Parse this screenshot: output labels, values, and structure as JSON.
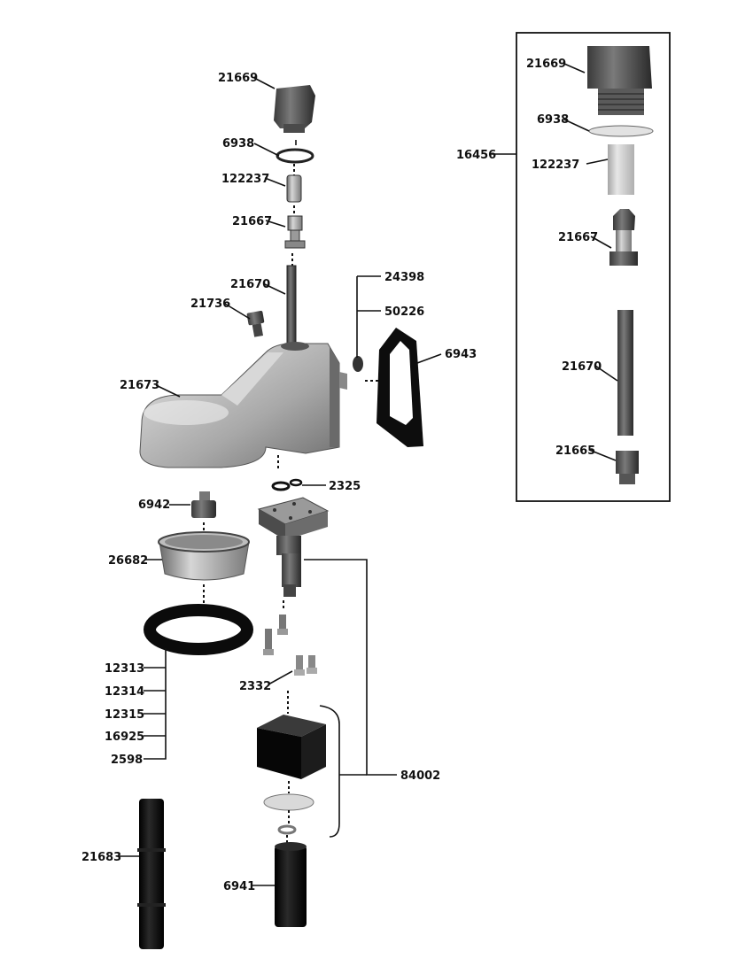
{
  "colors": {
    "metal_light": "#cfcfcf",
    "metal_mid": "#9a9a9a",
    "metal_dark": "#5a5a5a",
    "black_part": "#0d0d0d",
    "line": "#111111"
  },
  "parts": {
    "cap_top": "21669",
    "washer_top": "6938",
    "pin_top": "122237",
    "valve_top": "21667",
    "rod_top": "21670",
    "screw": "21736",
    "housing": "21673",
    "disc_a": "24398",
    "disc_b": "50226",
    "gasket": "6943",
    "orings": "2325",
    "plug": "6942",
    "cup": "26682",
    "ring_1": "12313",
    "ring_2": "12314",
    "ring_3": "12315",
    "ring_4": "16925",
    "ring_5": "2598",
    "bolts": "2332",
    "assembly": "84002",
    "tube": "21683",
    "base": "6941"
  },
  "kit": {
    "label": "16456",
    "cap": "21669",
    "washer": "6938",
    "pin": "122237",
    "valve": "21667",
    "rod": "21670",
    "nut": "21665"
  }
}
